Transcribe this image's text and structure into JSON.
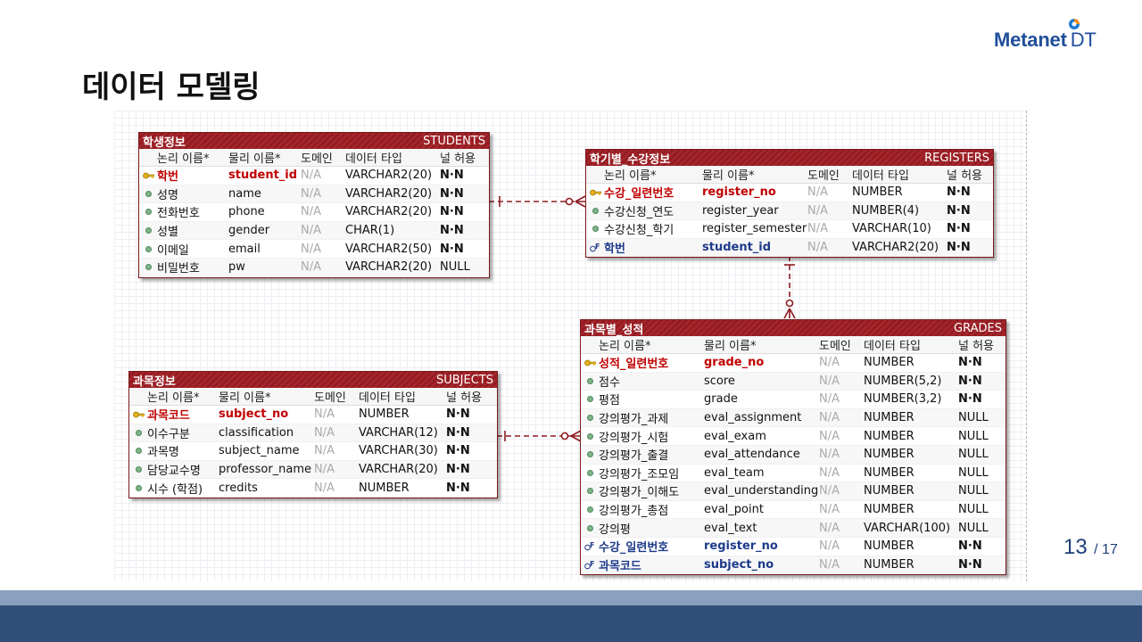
{
  "brand": {
    "name": "Metanet",
    "suffix": "DT",
    "accent": "#1f4e9a",
    "mark_colors": [
      "#f08a1c",
      "#1f7ad1"
    ]
  },
  "page": {
    "title": "데이터 모델링",
    "current": "13",
    "total": "17"
  },
  "theme": {
    "header_red": "#a4252b",
    "pk_color": "#c00000",
    "fk_color": "#1d3a8a",
    "footer_light": "#8aa0bf",
    "footer_dark": "#304e78"
  },
  "columns": {
    "logical": "논리 이름*",
    "physical": "물리 이름*",
    "domain": "도메인",
    "datatype": "데이터 타입",
    "nullable": "널 허용"
  },
  "entities": {
    "students": {
      "logical": "학생정보",
      "physical": "STUDENTS",
      "rows": [
        {
          "key": "pk",
          "logical": "학번",
          "physical": "student_id",
          "domain": "N/A",
          "type": "VARCHAR2(20)",
          "null": "N·N"
        },
        {
          "key": "",
          "logical": "성명",
          "physical": "name",
          "domain": "N/A",
          "type": "VARCHAR2(20)",
          "null": "N·N"
        },
        {
          "key": "",
          "logical": "전화번호",
          "physical": "phone",
          "domain": "N/A",
          "type": "VARCHAR2(20)",
          "null": "N·N"
        },
        {
          "key": "",
          "logical": "성별",
          "physical": "gender",
          "domain": "N/A",
          "type": "CHAR(1)",
          "null": "N·N"
        },
        {
          "key": "",
          "logical": "이메일",
          "physical": "email",
          "domain": "N/A",
          "type": "VARCHAR2(50)",
          "null": "N·N"
        },
        {
          "key": "",
          "logical": "비밀번호",
          "physical": "pw",
          "domain": "N/A",
          "type": "VARCHAR2(20)",
          "null": "NULL"
        }
      ]
    },
    "registers": {
      "logical": "학기별_수강정보",
      "physical": "REGISTERS",
      "rows": [
        {
          "key": "pk",
          "logical": "수강_일련번호",
          "physical": "register_no",
          "domain": "N/A",
          "type": "NUMBER",
          "null": "N·N"
        },
        {
          "key": "",
          "logical": "수강신청_연도",
          "physical": "register_year",
          "domain": "N/A",
          "type": "NUMBER(4)",
          "null": "N·N"
        },
        {
          "key": "",
          "logical": "수강신청_학기",
          "physical": "register_semester",
          "domain": "N/A",
          "type": "VARCHAR(10)",
          "null": "N·N"
        },
        {
          "key": "fk",
          "logical": "학번",
          "physical": "student_id",
          "domain": "N/A",
          "type": "VARCHAR2(20)",
          "null": "N·N"
        }
      ]
    },
    "subjects": {
      "logical": "과목정보",
      "physical": "SUBJECTS",
      "rows": [
        {
          "key": "pk",
          "logical": "과목코드",
          "physical": "subject_no",
          "domain": "N/A",
          "type": "NUMBER",
          "null": "N·N"
        },
        {
          "key": "",
          "logical": "이수구분",
          "physical": "classification",
          "domain": "N/A",
          "type": "VARCHAR(12)",
          "null": "N·N"
        },
        {
          "key": "",
          "logical": "과목명",
          "physical": "subject_name",
          "domain": "N/A",
          "type": "VARCHAR(30)",
          "null": "N·N"
        },
        {
          "key": "",
          "logical": "담당교수명",
          "physical": "professor_name",
          "domain": "N/A",
          "type": "VARCHAR(20)",
          "null": "N·N"
        },
        {
          "key": "",
          "logical": "시수 (학점)",
          "physical": "credits",
          "domain": "N/A",
          "type": "NUMBER",
          "null": "N·N"
        }
      ]
    },
    "grades": {
      "logical": "과목별_성적",
      "physical": "GRADES",
      "rows": [
        {
          "key": "pk",
          "logical": "성적_일련번호",
          "physical": "grade_no",
          "domain": "N/A",
          "type": "NUMBER",
          "null": "N·N"
        },
        {
          "key": "",
          "logical": "점수",
          "physical": "score",
          "domain": "N/A",
          "type": "NUMBER(5,2)",
          "null": "N·N"
        },
        {
          "key": "",
          "logical": "평점",
          "physical": "grade",
          "domain": "N/A",
          "type": "NUMBER(3,2)",
          "null": "N·N"
        },
        {
          "key": "",
          "logical": "강의평가_과제",
          "physical": "eval_assignment",
          "domain": "N/A",
          "type": "NUMBER",
          "null": "NULL"
        },
        {
          "key": "",
          "logical": "강의평가_시험",
          "physical": "eval_exam",
          "domain": "N/A",
          "type": "NUMBER",
          "null": "NULL"
        },
        {
          "key": "",
          "logical": "강의평가_출결",
          "physical": "eval_attendance",
          "domain": "N/A",
          "type": "NUMBER",
          "null": "NULL"
        },
        {
          "key": "",
          "logical": "강의평가_조모임",
          "physical": "eval_team",
          "domain": "N/A",
          "type": "NUMBER",
          "null": "NULL"
        },
        {
          "key": "",
          "logical": "강의평가_이해도",
          "physical": "eval_understanding",
          "domain": "N/A",
          "type": "NUMBER",
          "null": "NULL"
        },
        {
          "key": "",
          "logical": "강의평가_총점",
          "physical": "eval_point",
          "domain": "N/A",
          "type": "NUMBER",
          "null": "NULL"
        },
        {
          "key": "",
          "logical": "강의평",
          "physical": "eval_text",
          "domain": "N/A",
          "type": "VARCHAR(100)",
          "null": "NULL"
        },
        {
          "key": "fk",
          "logical": "수강_일련번호",
          "physical": "register_no",
          "domain": "N/A",
          "type": "NUMBER",
          "null": "N·N"
        },
        {
          "key": "fk",
          "logical": "과목코드",
          "physical": "subject_no",
          "domain": "N/A",
          "type": "NUMBER",
          "null": "N·N"
        }
      ]
    }
  }
}
